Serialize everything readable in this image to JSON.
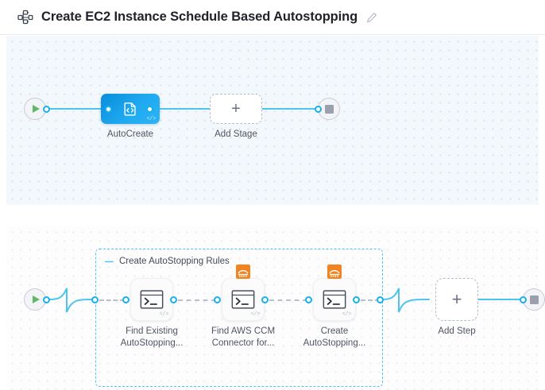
{
  "header": {
    "icon": "pipeline-nodes-icon",
    "title": "Create EC2 Instance Schedule Based Autostopping",
    "edit_icon": "pencil-edit-icon"
  },
  "colors": {
    "accent_blue": "#4dc3f0",
    "port_blue": "#18b0ec",
    "node_blue": "#1fa9f0",
    "aws_orange": "#ef8420",
    "start_green": "#5fb767",
    "stop_grey": "#9b9fae",
    "group_dash": "#4fc4f2",
    "canvas_bg": "#f2f8fb",
    "label_text": "#4f5562"
  },
  "stage_canvas": {
    "name": "stages-canvas",
    "start_node": {
      "name": "pipeline-start-node",
      "icon": "play-icon"
    },
    "end_node": {
      "name": "pipeline-end-node",
      "icon": "stop-icon"
    },
    "stages": [
      {
        "name": "stage-autocreate",
        "label": "AutoCreate",
        "icon": "custom-stage-code-icon",
        "badge": "</>",
        "selected": true
      }
    ],
    "add_stage": {
      "name": "add-stage-button",
      "label": "Add Stage",
      "icon": "plus-icon"
    }
  },
  "step_canvas": {
    "name": "steps-canvas",
    "start_node": {
      "name": "execution-start-node",
      "icon": "play-icon"
    },
    "end_node": {
      "name": "execution-end-node",
      "icon": "stop-icon"
    },
    "group": {
      "name": "step-group-create-autostopping-rules",
      "label": "Create AutoStopping Rules",
      "collapse_icon": "minus-collapse-icon",
      "collapsed": false
    },
    "steps": [
      {
        "name": "step-find-existing-autostopping",
        "label_line1": "Find Existing",
        "label_line2": "AutoStopping...",
        "icon": "shell-terminal-icon",
        "badge": "</>",
        "service_badge": null
      },
      {
        "name": "step-find-aws-ccm-connector",
        "label_line1": "Find AWS CCM",
        "label_line2": "Connector for...",
        "icon": "shell-terminal-icon",
        "badge": "</>",
        "service_badge": "aws-service-icon"
      },
      {
        "name": "step-create-autostopping",
        "label_line1": "Create",
        "label_line2": "AutoStopping...",
        "icon": "shell-terminal-icon",
        "badge": "</>",
        "service_badge": "aws-service-icon"
      }
    ],
    "add_step": {
      "name": "add-step-button",
      "label": "Add Step",
      "icon": "plus-icon"
    }
  }
}
